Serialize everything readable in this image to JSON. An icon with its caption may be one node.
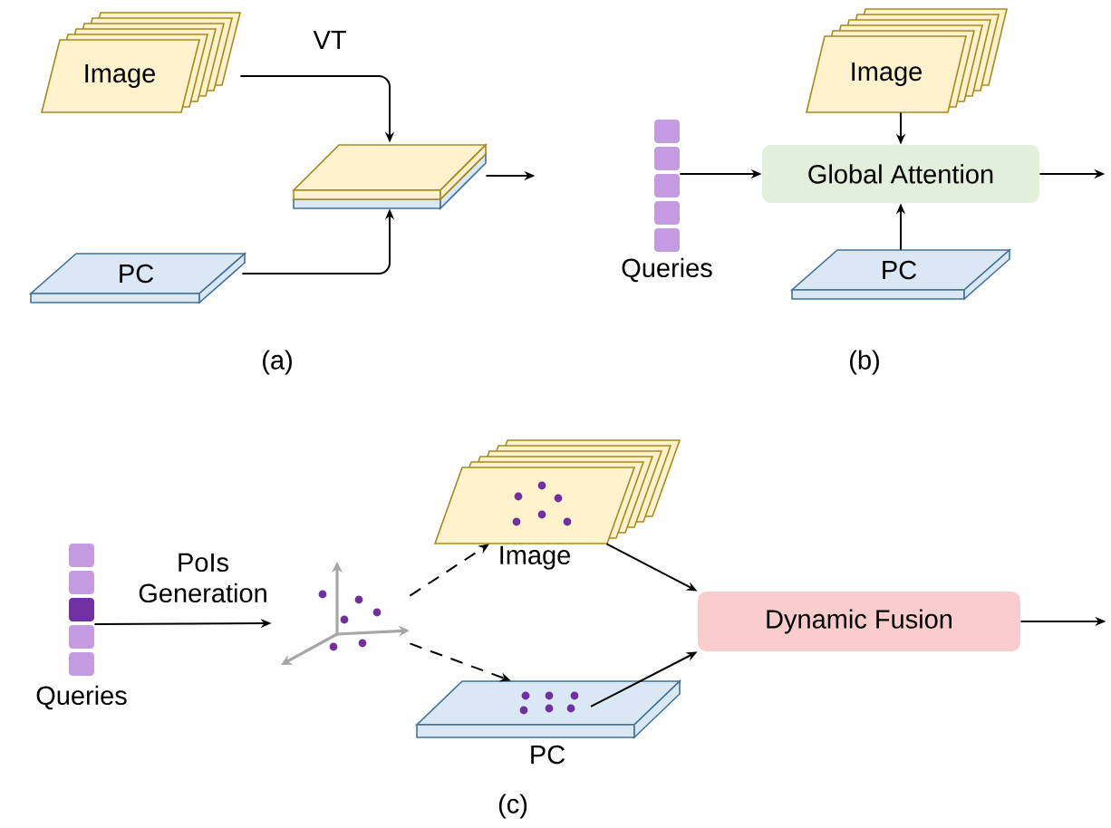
{
  "diagram": {
    "nodes": [
      {
        "text": [
          "Image"
        ]
      },
      {
        "text": [
          "PC"
        ]
      },
      {
        "text": [],
        "shape": "box"
      },
      {
        "text": [
          "Queries"
        ]
      },
      {
        "text": [
          "Image"
        ]
      },
      {
        "text": [
          "Global Attention"
        ]
      },
      {
        "text": [
          "PC"
        ]
      },
      {
        "text": [
          "Queries"
        ]
      },
      {
        "text": [],
        "shape": "picture"
      },
      {
        "text": [
          "Image"
        ]
      },
      {
        "text": [
          "PC"
        ]
      },
      {
        "text": [
          "Dynamic Fusion"
        ]
      }
    ],
    "edges": [
      {
        "from": 0,
        "to": 2,
        "arrow": "to",
        "label": "VT"
      },
      {
        "from": 1,
        "to": 2,
        "arrow": "to"
      },
      {
        "from": 2,
        "to": null,
        "arrow": "to"
      },
      {
        "from": 3,
        "to": 5,
        "arrow": "to"
      },
      {
        "from": 4,
        "to": 5,
        "arrow": "to"
      },
      {
        "from": 6,
        "to": 5,
        "arrow": "to"
      },
      {
        "from": 5,
        "to": null,
        "arrow": "to"
      },
      {
        "from": 7,
        "to": 8,
        "arrow": "to",
        "label": "PoIs Generation"
      },
      {
        "from": 8,
        "to": 9,
        "arrow": "to",
        "style": "dashed"
      },
      {
        "from": 8,
        "to": 10,
        "arrow": "to",
        "style": "dashed"
      },
      {
        "from": 9,
        "to": 11,
        "arrow": "to"
      },
      {
        "from": 10,
        "to": 11,
        "arrow": "to"
      },
      {
        "from": 11,
        "to": null,
        "arrow": "to"
      }
    ],
    "labels": [
      "(a)",
      "(b)",
      "(c)"
    ]
  }
}
